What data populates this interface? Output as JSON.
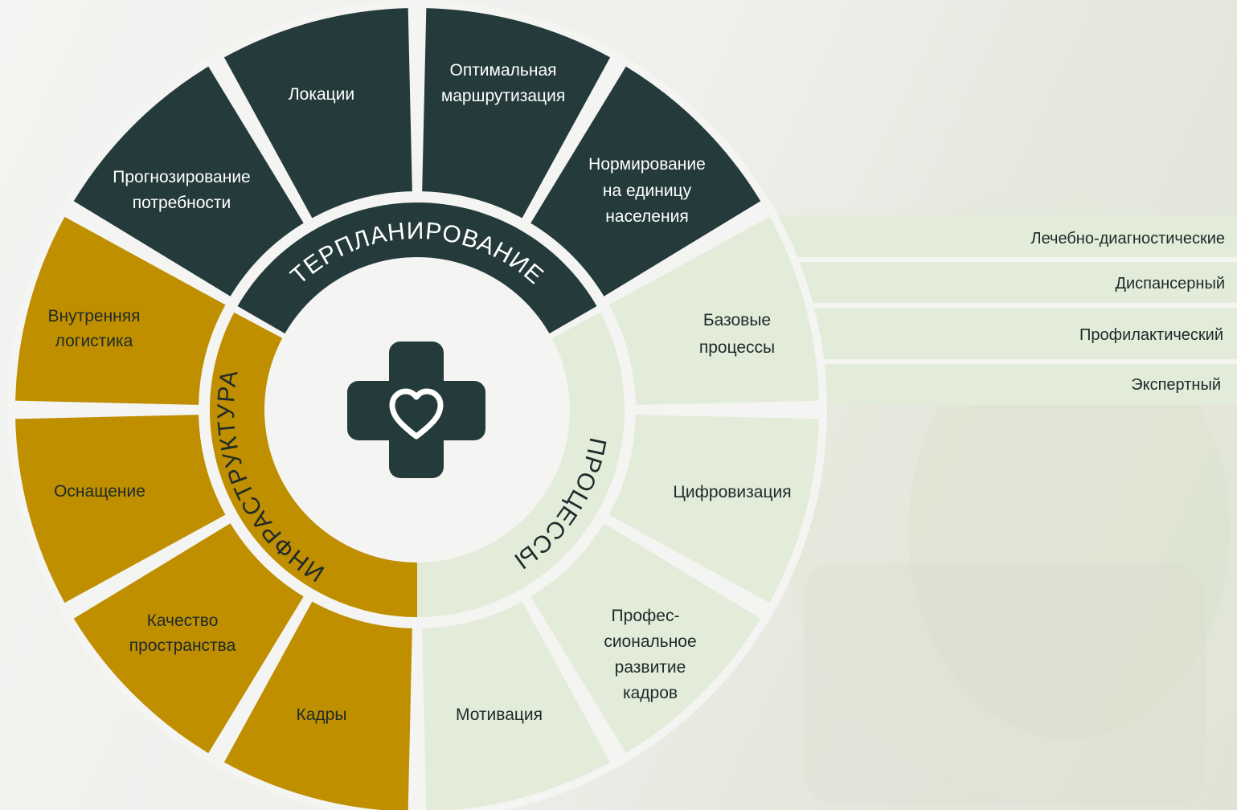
{
  "colors": {
    "dark": "#243a3b",
    "gold": "#bf8f00",
    "light": "#e2ecd9",
    "gap": "#f4f4f2",
    "text_dark_bg": "#ffffff",
    "text_light_bg": "#1e2a2a"
  },
  "center_icon": "medical-cross-heart-icon",
  "inner_ring": {
    "terplanirovanie": "ТЕРПЛАНИРОВАНИЕ",
    "infrastruktura": "ИНФРАСТРУКТУРА",
    "processy": "ПРОЦЕССЫ"
  },
  "segments": {
    "lokacii": "Локации",
    "optimalnaya_line1": "Оптимальная",
    "optimalnaya_line2": "маршрутизация",
    "normirovanie_line1": "Нормирование",
    "normirovanie_line2": "на единицу",
    "normirovanie_line3": "населения",
    "prognoz_line1": "Прогнозирование",
    "prognoz_line2": "потребности",
    "logistika_line1": "Внутренняя",
    "logistika_line2": "логистика",
    "osnashchenie": "Оснащение",
    "kachestvo_line1": "Качество",
    "kachestvo_line2": "пространства",
    "kadry": "Кадры",
    "bazovye_line1": "Базовые",
    "bazovye_line2": "процессы",
    "cifrovizaciya": "Цифровизация",
    "prof_line1": "Профес-",
    "prof_line2": "сиональное",
    "prof_line3": "развитие",
    "prof_line4": "кадров",
    "motivaciya": "Мотивация"
  },
  "base_processes": [
    "Лечебно-диагностические",
    "Диспансерный",
    "Профилактический",
    "Экспертный"
  ]
}
